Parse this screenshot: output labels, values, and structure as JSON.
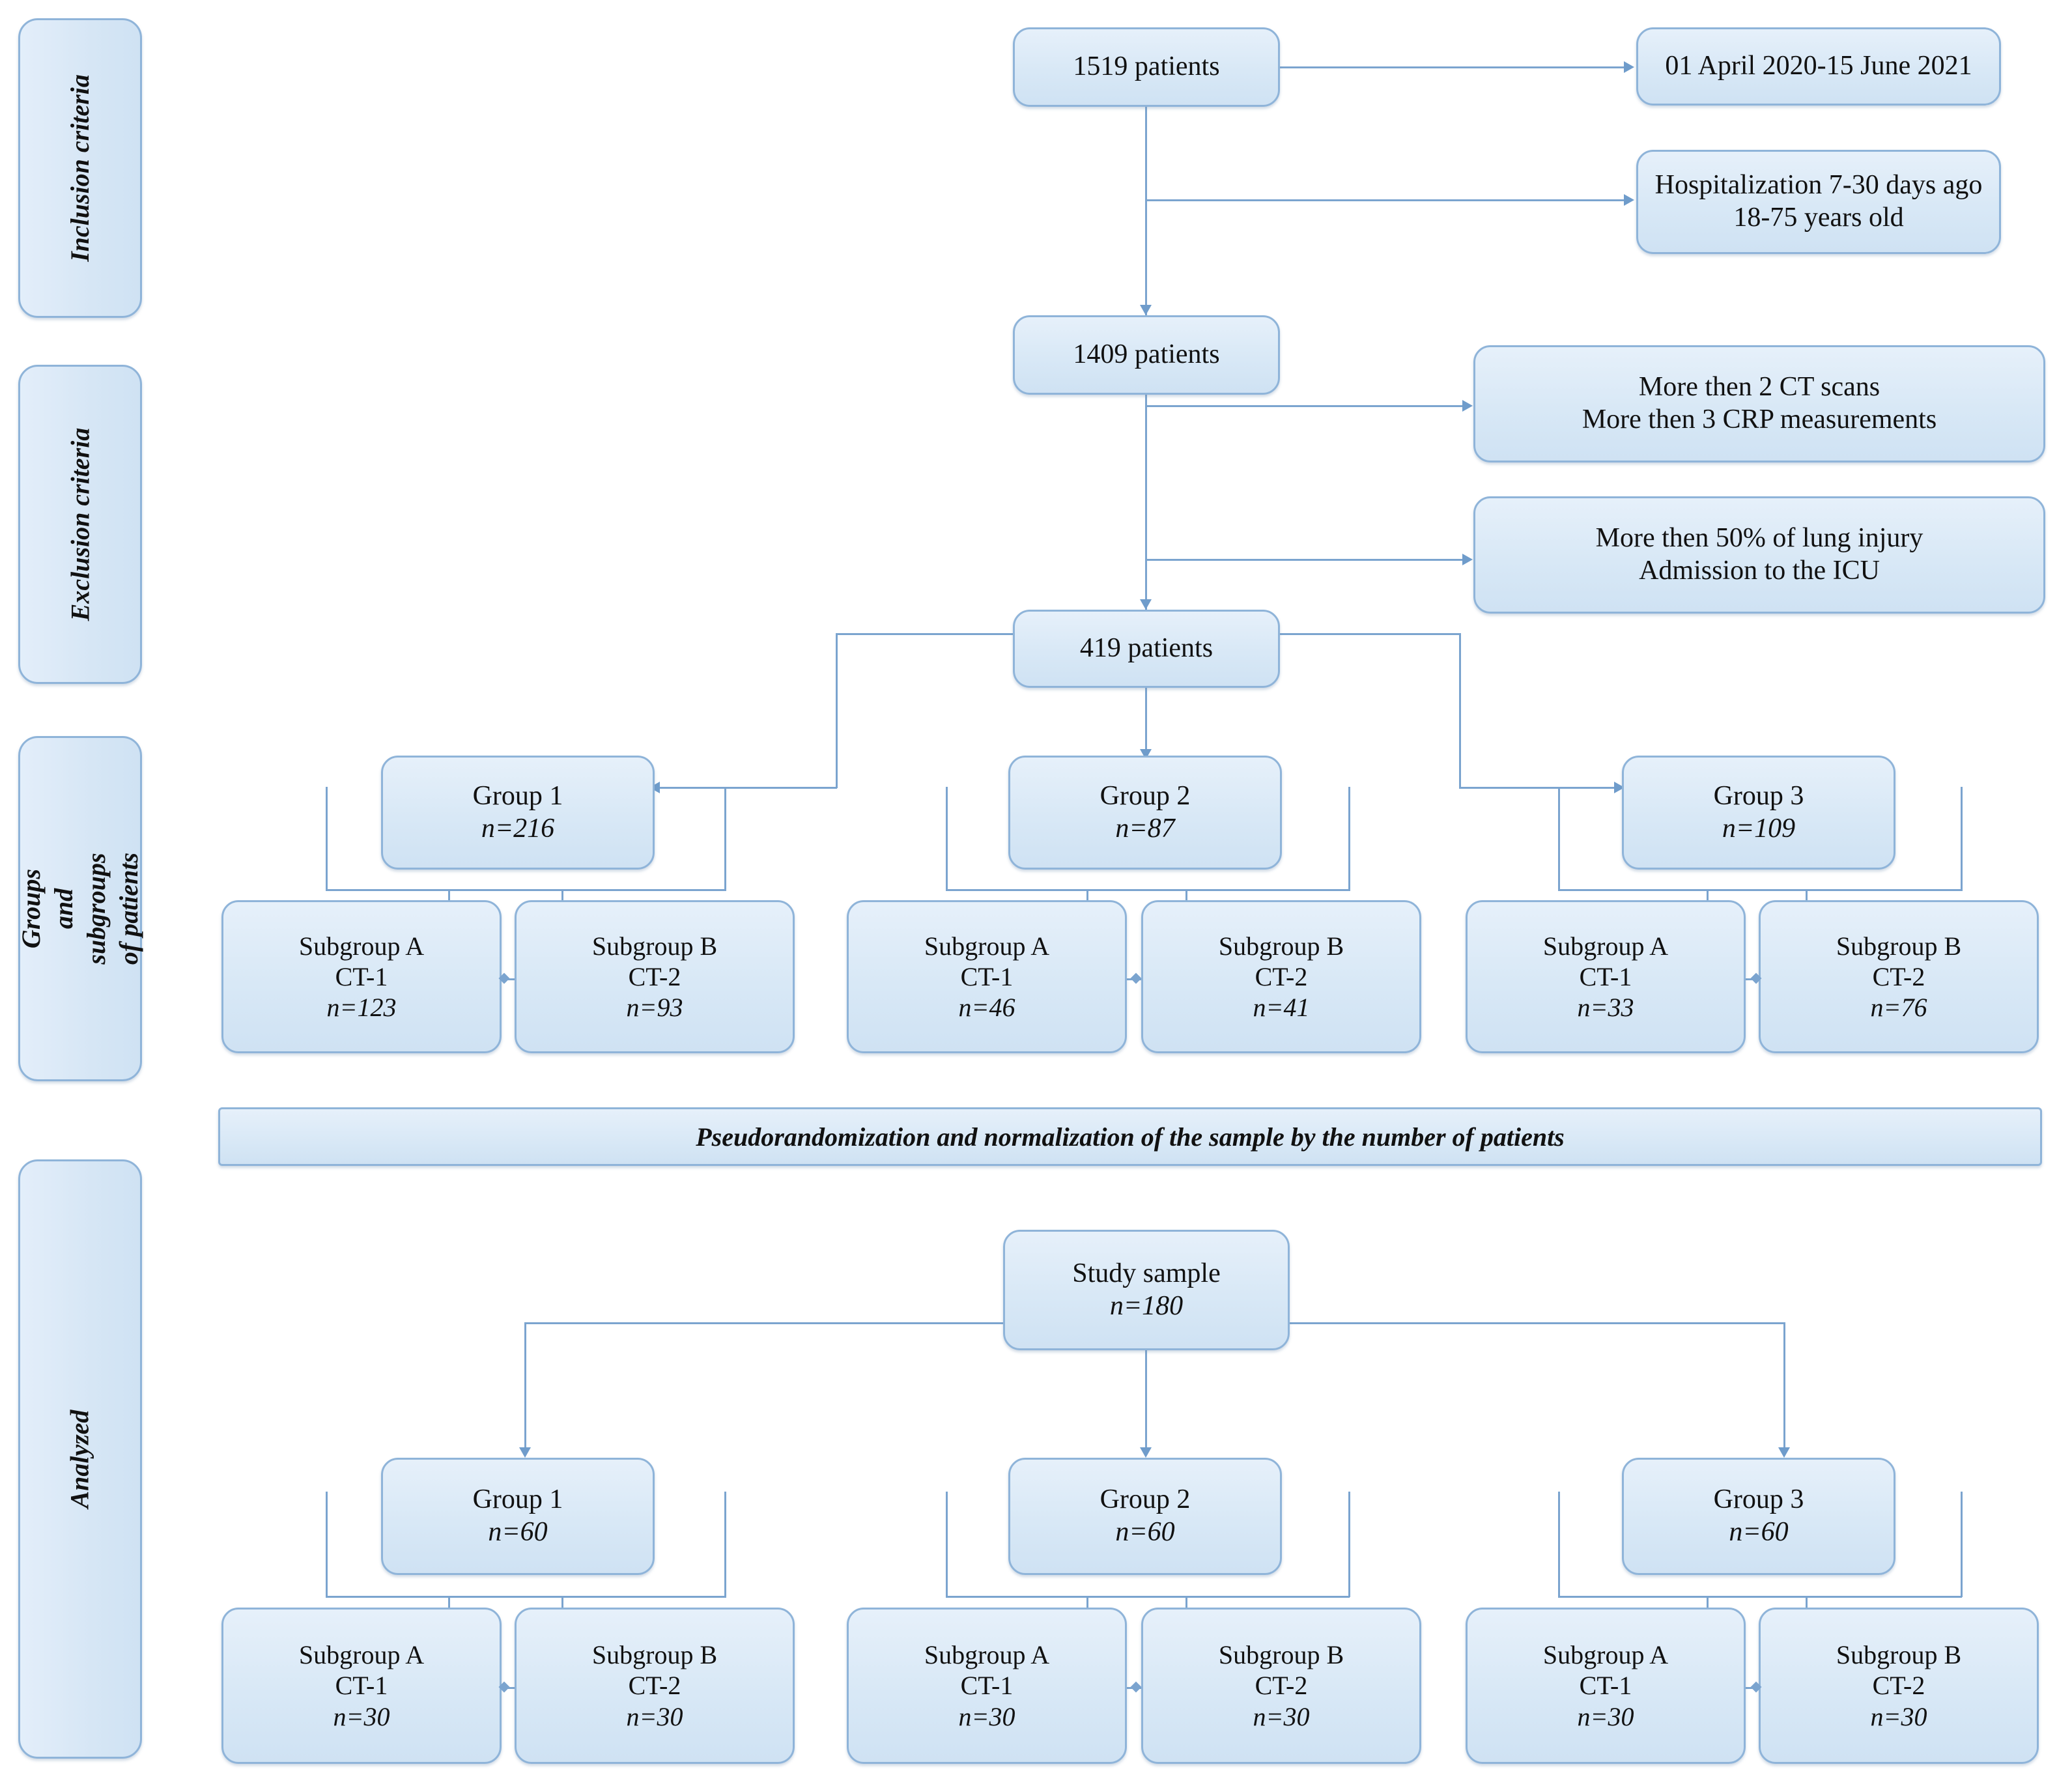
{
  "sidebar": {
    "items": [
      {
        "label": "Inclusion criteria"
      },
      {
        "label": "Exclusion criteria"
      },
      {
        "label": "Groups and subgroups\nof patients"
      },
      {
        "label": "Analyzed"
      }
    ]
  },
  "flow": {
    "total_patients": "1519 patients",
    "date_range": "01 April 2020-15 June 2021",
    "inclusion_2_line1": "Hospitalization 7-30 days ago",
    "inclusion_2_line2": "18-75 years old",
    "after_inclusion": "1409 patients",
    "exclusion_1_line1": "More then 2 CT scans",
    "exclusion_1_line2": "More then 3 CRP measurements",
    "exclusion_2_line1": "More then 50% of lung injury",
    "exclusion_2_line2": "Admission to the ICU",
    "after_exclusion": "419 patients",
    "banner": "Pseudorandomization and normalization of the sample by the number of patients",
    "study_sample_title": "Study sample",
    "study_sample_n": "n=180"
  },
  "groups_raw": [
    {
      "title": "Group 1",
      "n": "n=216",
      "subgroups": [
        {
          "title": "Subgroup A",
          "ct": "CT-1",
          "n": "n=123"
        },
        {
          "title": "Subgroup B",
          "ct": "CT-2",
          "n": "n=93"
        }
      ]
    },
    {
      "title": "Group 2",
      "n": "n=87",
      "subgroups": [
        {
          "title": "Subgroup A",
          "ct": "CT-1",
          "n": "n=46"
        },
        {
          "title": "Subgroup B",
          "ct": "CT-2",
          "n": "n=41"
        }
      ]
    },
    {
      "title": "Group 3",
      "n": "n=109",
      "subgroups": [
        {
          "title": "Subgroup A",
          "ct": "CT-1",
          "n": "n=33"
        },
        {
          "title": "Subgroup B",
          "ct": "CT-2",
          "n": "n=76"
        }
      ]
    }
  ],
  "groups_analyzed": [
    {
      "title": "Group 1",
      "n": "n=60",
      "subgroups": [
        {
          "title": "Subgroup A",
          "ct": "CT-1",
          "n": "n=30"
        },
        {
          "title": "Subgroup B",
          "ct": "CT-2",
          "n": "n=30"
        }
      ]
    },
    {
      "title": "Group 2",
      "n": "n=60",
      "subgroups": [
        {
          "title": "Subgroup A",
          "ct": "CT-1",
          "n": "n=30"
        },
        {
          "title": "Subgroup B",
          "ct": "CT-2",
          "n": "n=30"
        }
      ]
    },
    {
      "title": "Group 3",
      "n": "n=60",
      "subgroups": [
        {
          "title": "Subgroup A",
          "ct": "CT-1",
          "n": "n=30"
        },
        {
          "title": "Subgroup B",
          "ct": "CT-2",
          "n": "n=30"
        }
      ]
    }
  ],
  "colors": {
    "box_fill": "#d8e8f6",
    "box_border": "#8fb4d9",
    "connector": "#7ba4cf",
    "text": "#111111"
  }
}
